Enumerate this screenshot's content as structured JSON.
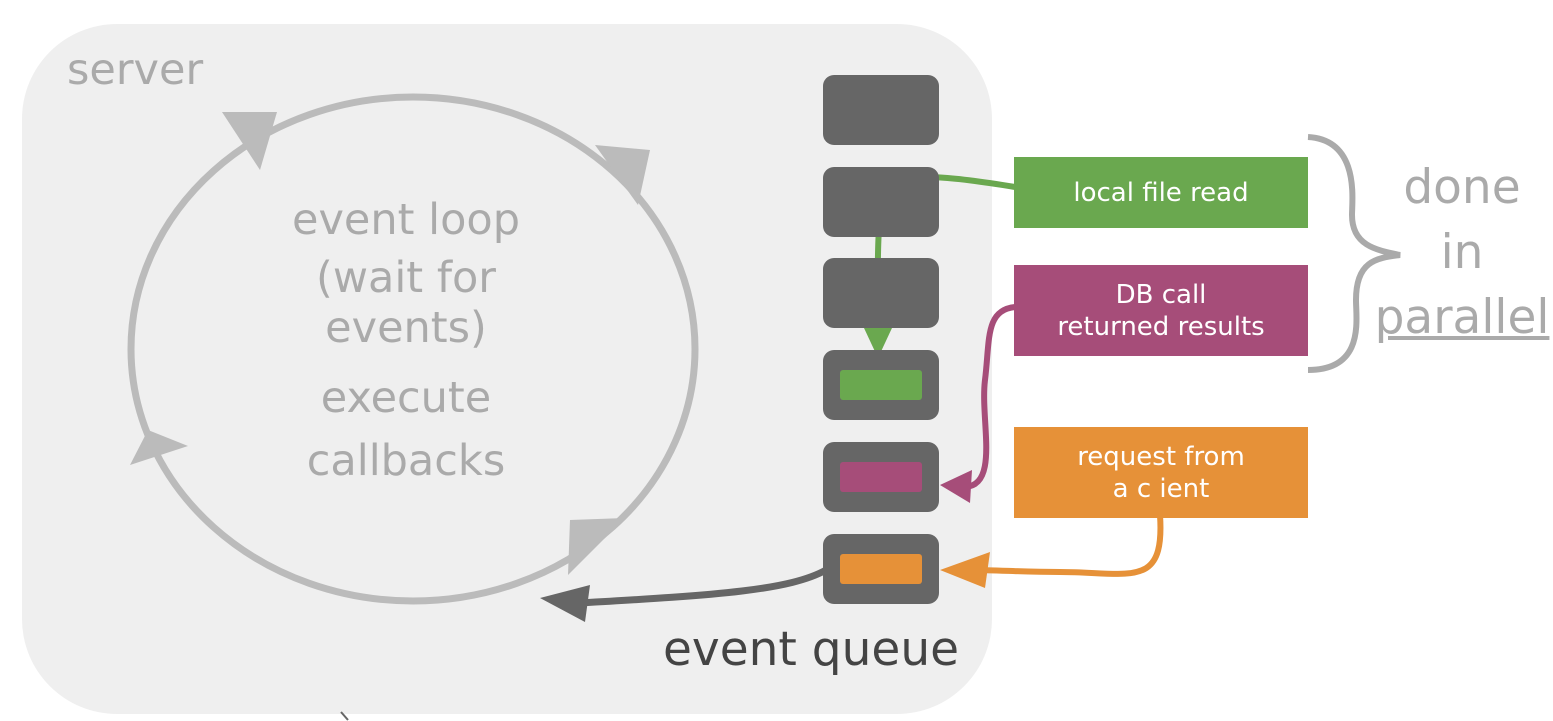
{
  "diagram": {
    "server_label": "server",
    "loop": {
      "title": "event loop",
      "subtitle": "(wait for events)",
      "action_line1": "execute",
      "action_line2": "callbacks"
    },
    "queue_label": "event queue",
    "events": [
      {
        "label": "local file read",
        "color": "#6aa84f"
      },
      {
        "label_line1": "DB call",
        "label_line2": "returned results",
        "color": "#a64d79"
      },
      {
        "label_line1": "request from",
        "label_line2": "a c ient",
        "color": "#e69138"
      }
    ],
    "parallel_note": {
      "line1": "done",
      "line2": "in",
      "line3": "parallel"
    },
    "colors": {
      "background": "#efefef",
      "loop_arrow": "#bbbbbb",
      "queue_slot": "#666666",
      "green": "#6aa84f",
      "purple": "#a64d79",
      "orange": "#e69138"
    }
  }
}
